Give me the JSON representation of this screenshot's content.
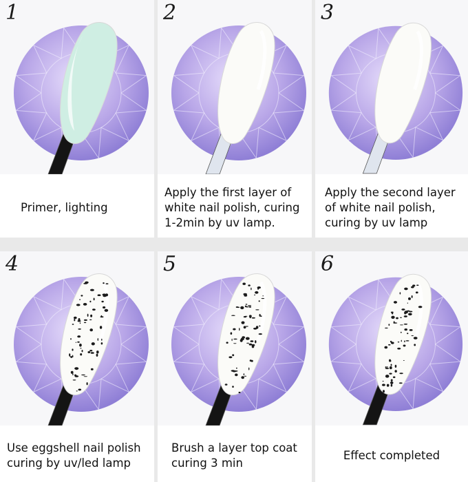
{
  "steps": [
    {
      "number": "1",
      "caption": "Primer, lighting",
      "nail": "primer"
    },
    {
      "number": "2",
      "caption": "Apply  the first layer of\nwhite nail polish, curing\n1-2min by uv lamp.",
      "nail": "white"
    },
    {
      "number": "3",
      "caption": "Apply the second layer\nof white nail polish,\ncuring by uv lamp",
      "nail": "white"
    },
    {
      "number": "4",
      "caption": "Use eggshell nail polish\ncuring by uv/led lamp",
      "nail": "eggshell"
    },
    {
      "number": "5",
      "caption": "Brush a layer top coat\ncuring 3 min",
      "nail": "eggshell"
    },
    {
      "number": "6",
      "caption": "Effect completed",
      "nail": "eggshell"
    }
  ],
  "colors": {
    "crystal": "#b9a7e8",
    "crystal_dark": "#8f7fd6",
    "nail_white": "#fbfbf8",
    "primer_tint": "#cfeee3",
    "speckle": "#1a1a1a"
  }
}
